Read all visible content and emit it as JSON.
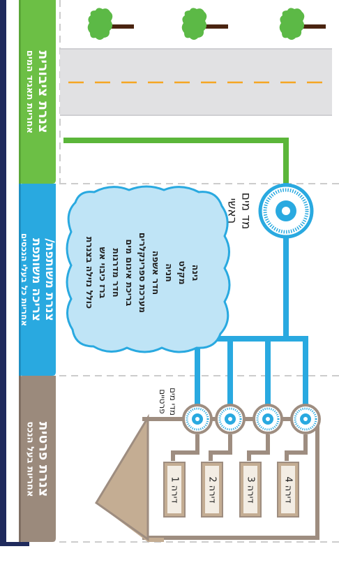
{
  "zones": {
    "public": {
      "title": "צנרת ציבורית",
      "subtitle": "אחריות תאגיד המים"
    },
    "shared": {
      "title_line1": "צנרת משותפת/",
      "title_line2": "צריכה משותפת",
      "subtitle": "אחריות כל בעלי הנכסים"
    },
    "private": {
      "title": "צנרת פרטית",
      "subtitle": "אחריות בעל הנכס"
    }
  },
  "main_meter": {
    "line1": "מד מים",
    "line2": "ראשי"
  },
  "private_meters": {
    "line1": "מדי מים",
    "line2": "פרטיים"
  },
  "shared_uses": [
    "גינה",
    "מקלט",
    "חניה",
    "חדר אשפה",
    "מערכת ספרינקלרים",
    "בריכת איגום מים",
    "חדר מדרגות",
    "ברז כיבוי אש",
    "כולל נזילה בצנרת"
  ],
  "apartments": [
    "דירה 1",
    "דירה 2",
    "דירה 3",
    "דירה 4"
  ],
  "colors": {
    "frame": "#1f2a5c",
    "public": "#6cbf45",
    "public_pipe": "#5bb63a",
    "shared": "#29a9e0",
    "private": "#9b8a7c",
    "private_pipe": "#9e8d80",
    "road": "#e1e1e3",
    "road_line": "#f5a623",
    "tree": "#5cb946",
    "trunk": "#4a2410",
    "house": "#c4ad93",
    "cloud": "#bfe4f6"
  }
}
